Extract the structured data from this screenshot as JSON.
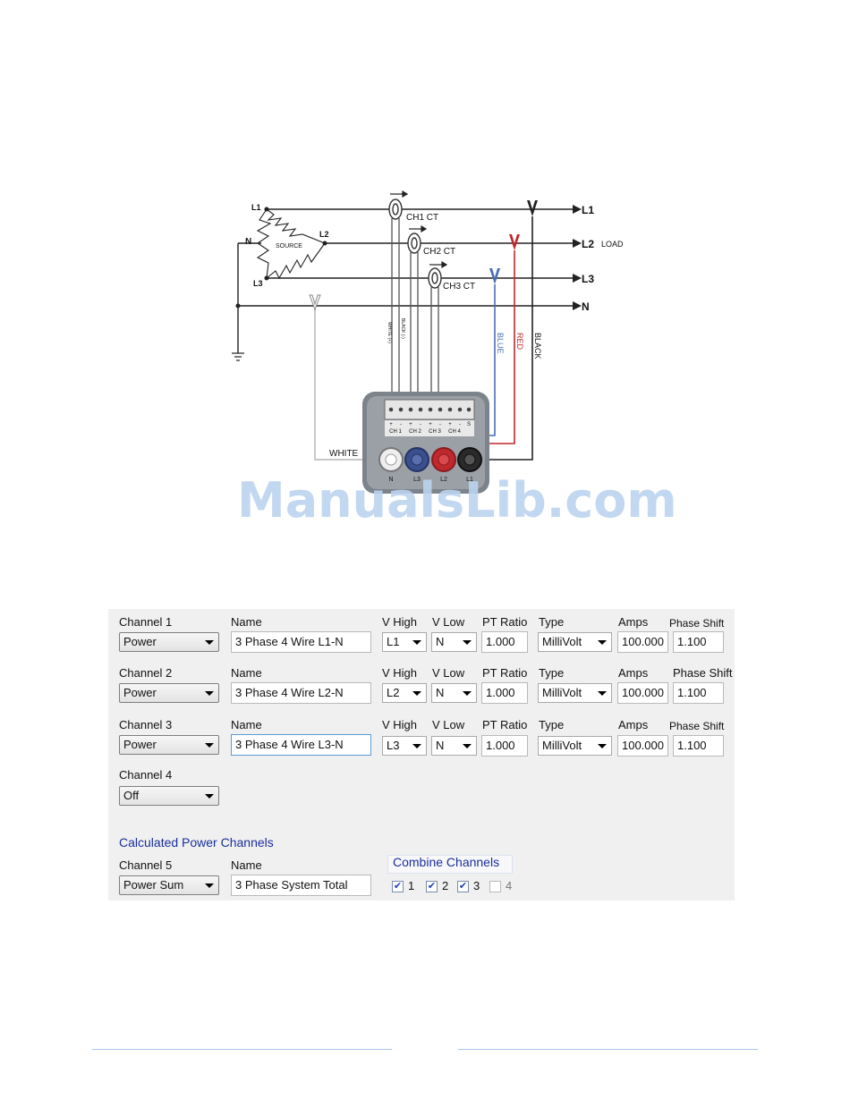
{
  "diagram": {
    "line_labels": {
      "l1": "L1",
      "l2": "L2",
      "l3": "L3",
      "n": "N"
    },
    "load_label": "LOAD",
    "source": {
      "label": "SOURCE",
      "l1": "L1",
      "l2": "L2",
      "l3": "L3",
      "n": "N"
    },
    "ct_labels": [
      "CH1 CT",
      "CH2 CT",
      "CH3 CT"
    ],
    "wire_labels": {
      "blue": "BLUE",
      "red": "RED",
      "black": "BLACK",
      "white": "WHITE",
      "ct_white": "WHITE (+)",
      "ct_black": "BLACK (-)"
    },
    "terminal_signs": [
      "+",
      "-",
      "+",
      "-",
      "+",
      "-",
      "+",
      "-",
      "S"
    ],
    "terminal_channels": [
      "CH 1",
      "CH 2",
      "CH 3",
      "CH 4"
    ],
    "jack_labels": [
      "N",
      "L3",
      "L2",
      "L1"
    ],
    "watermark": "ManualsLib.com",
    "colors": {
      "blue": "#4a6fb5",
      "red": "#c0282d",
      "black": "#222222",
      "white": "#d0d0d0"
    }
  },
  "panel": {
    "headers": {
      "name": "Name",
      "vhigh": "V High",
      "vlow": "V Low",
      "pt": "PT Ratio",
      "type": "Type",
      "amps": "Amps",
      "phase": "Phase Shift"
    },
    "channels": [
      {
        "label": "Channel 1",
        "mode": "Power",
        "name": "3 Phase 4 Wire L1-N",
        "vhigh": "L1",
        "vlow": "N",
        "pt": "1.000",
        "type": "MilliVolt",
        "amps": "100.000",
        "phase": "1.100"
      },
      {
        "label": "Channel 2",
        "mode": "Power",
        "name": "3 Phase 4 Wire L2-N",
        "vhigh": "L2",
        "vlow": "N",
        "pt": "1.000",
        "type": "MilliVolt",
        "amps": "100.000",
        "phase": "1.100"
      },
      {
        "label": "Channel 3",
        "mode": "Power",
        "name": "3 Phase 4 Wire L3-N",
        "vhigh": "L3",
        "vlow": "N",
        "pt": "1.000",
        "type": "MilliVolt",
        "amps": "100.000",
        "phase": "1.100"
      },
      {
        "label": "Channel 4",
        "mode": "Off"
      }
    ],
    "calc_title": "Calculated Power Channels",
    "calc": {
      "label": "Channel 5",
      "mode": "Power Sum",
      "name_header": "Name",
      "name": "3 Phase System Total"
    },
    "combine_title": "Combine Channels",
    "combine": [
      {
        "label": "1",
        "checked": true
      },
      {
        "label": "2",
        "checked": true
      },
      {
        "label": "3",
        "checked": true
      },
      {
        "label": "4",
        "checked": false
      }
    ]
  }
}
